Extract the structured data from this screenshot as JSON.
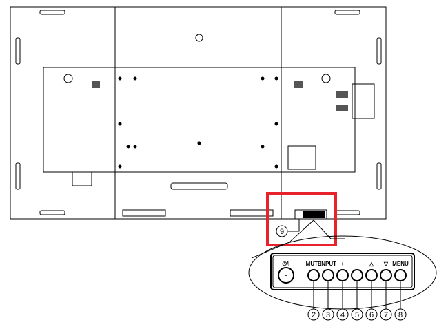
{
  "diagram": {
    "highlight_color": "#e8212b",
    "connector_callout": {
      "number": "9"
    },
    "control_buttons": [
      {
        "label": "⏻/I",
        "number": null
      },
      {
        "label": "MUTE",
        "number": "2"
      },
      {
        "label": "INPUT",
        "number": "3"
      },
      {
        "label": "+",
        "number": "4"
      },
      {
        "label": "—",
        "number": "5"
      },
      {
        "label": "△",
        "number": "6"
      },
      {
        "label": "▽",
        "number": "7"
      },
      {
        "label": "MENU",
        "number": "8"
      }
    ]
  }
}
